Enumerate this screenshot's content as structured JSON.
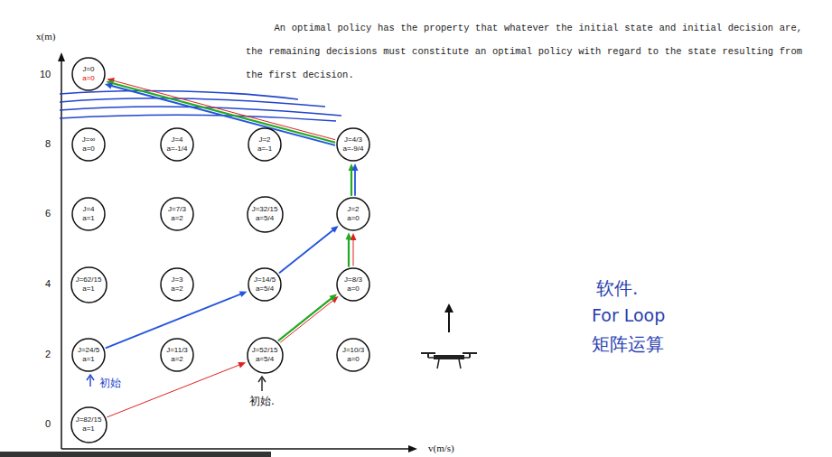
{
  "diagram": {
    "nodes": [
      {
        "text": [
          "J=0",
          "a=0"
        ]
      },
      {
        "text": [
          "J=∞",
          "a=0"
        ]
      },
      {
        "text": [
          "J=4",
          "a=-1/4"
        ]
      },
      {
        "text": [
          "J=2",
          "a=-1"
        ]
      },
      {
        "text": [
          "J=4/3",
          "a=-9/4"
        ]
      },
      {
        "text": [
          "J=4",
          "a=1"
        ]
      },
      {
        "text": [
          "J=7/3",
          "a=2"
        ]
      },
      {
        "text": [
          "J=32/15",
          "a=5/4"
        ]
      },
      {
        "text": [
          "J=2",
          "a=0"
        ]
      },
      {
        "text": [
          "J=62/15",
          "a=1"
        ]
      },
      {
        "text": [
          "J=3",
          "a=2"
        ]
      },
      {
        "text": [
          "J=14/5",
          "a=5/4"
        ]
      },
      {
        "text": [
          "J=8/3",
          "a=0"
        ]
      },
      {
        "text": [
          "J=24/5",
          "a=1"
        ]
      },
      {
        "text": [
          "J=11/3",
          "a=2"
        ]
      },
      {
        "text": [
          "J=52/15",
          "a=5/4"
        ]
      },
      {
        "text": [
          "J=10/3",
          "a=0"
        ]
      },
      {
        "text": [
          "J=82/15",
          "a=1"
        ]
      }
    ],
    "edges": [
      {
        "from": 17,
        "to": 15,
        "arrow": "to"
      },
      {
        "from": 15,
        "to": 12,
        "arrow": "to"
      },
      {
        "from": 12,
        "to": 8,
        "arrow": "to"
      },
      {
        "from": 8,
        "to": 4,
        "arrow": "to"
      },
      {
        "from": 4,
        "to": 0,
        "arrow": "to"
      },
      {
        "from": 13,
        "to": 11,
        "arrow": "to"
      },
      {
        "from": 11,
        "to": 8,
        "arrow": "to"
      }
    ],
    "labels": [
      "An optimal policy has the property that whatever the initial state and initial decision are, the remaining decisions must constitute an optimal policy with regard to the state resulting from the first decision.",
      "x(m)",
      "10",
      "8",
      "6",
      "4",
      "2",
      "0",
      "v(m/s)",
      "初始",
      "初始.",
      "软件.",
      "For Loop",
      "矩阵运算"
    ]
  }
}
